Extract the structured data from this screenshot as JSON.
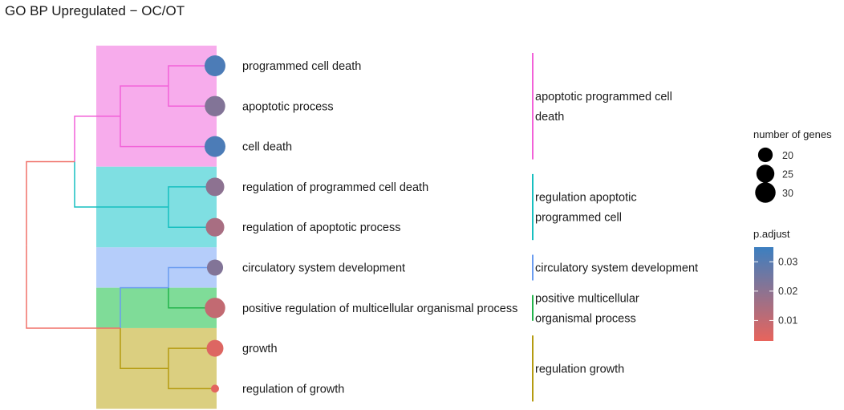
{
  "chart_data": {
    "type": "treeplot",
    "title": "GO BP Upregulated − OC/OT",
    "terms": [
      {
        "label": "programmed cell death",
        "count": 31,
        "p_adjust": 0.032,
        "cluster": 0
      },
      {
        "label": "apoptotic process",
        "count": 30,
        "p_adjust": 0.022,
        "cluster": 0
      },
      {
        "label": "cell death",
        "count": 31,
        "p_adjust": 0.032,
        "cluster": 0
      },
      {
        "label": "regulation of programmed cell death",
        "count": 26,
        "p_adjust": 0.02,
        "cluster": 1
      },
      {
        "label": "regulation of apoptotic process",
        "count": 26,
        "p_adjust": 0.015,
        "cluster": 1
      },
      {
        "label": "circulatory system development",
        "count": 22,
        "p_adjust": 0.022,
        "cluster": 2
      },
      {
        "label": "positive regulation of multicellular organismal process",
        "count": 30,
        "p_adjust": 0.01,
        "cluster": 3
      },
      {
        "label": "growth",
        "count": 23,
        "p_adjust": 0.005,
        "cluster": 4
      },
      {
        "label": "regulation of growth",
        "count": 16,
        "p_adjust": 0.004,
        "cluster": 4
      }
    ],
    "clusters": [
      {
        "name_lines": [
          "apoptotic programmed cell",
          "death"
        ],
        "color": "#f261d8",
        "fill": "#f7acec"
      },
      {
        "name_lines": [
          "regulation apoptotic",
          "programmed cell"
        ],
        "color": "#17bfc0",
        "fill": "#7fdfe2"
      },
      {
        "name_lines": [
          "circulatory system development"
        ],
        "color": "#6a9cf0",
        "fill": "#b5cdfa"
      },
      {
        "name_lines": [
          "positive multicellular",
          "organismal process"
        ],
        "color": "#22b34a",
        "fill": "#7fdc98"
      },
      {
        "name_lines": [
          "regulation growth"
        ],
        "color": "#b59b10",
        "fill": "#dbcf80"
      }
    ],
    "size_legend": {
      "title": "number of genes",
      "values": [
        20,
        25,
        30
      ]
    },
    "color_legend": {
      "title": "p.adjust",
      "ticks": [
        0.03,
        0.02,
        0.01
      ],
      "range": [
        0.003,
        0.035
      ],
      "low_color": "#e8645c",
      "high_color": "#3c7fc0"
    },
    "root_color": "#f07068"
  }
}
